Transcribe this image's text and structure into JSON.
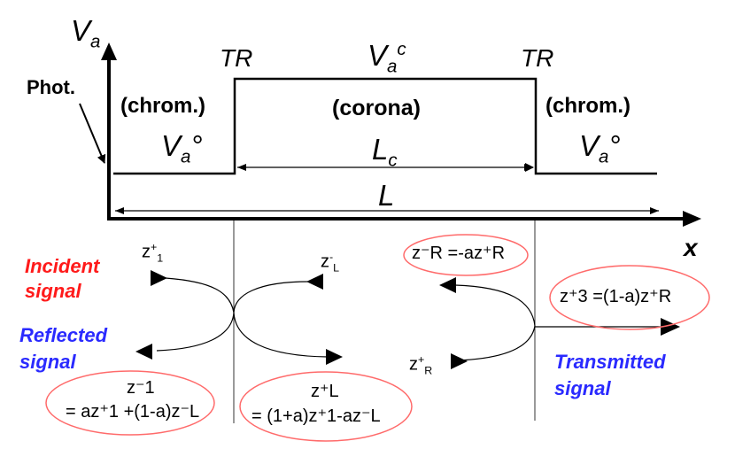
{
  "axis": {
    "y_label_main": "V",
    "y_label_sub": "a",
    "x_label": "x"
  },
  "labels": {
    "phot": "Phot.",
    "tr_left": "TR",
    "tr_right": "TR",
    "vac_main": "V",
    "vac_sub": "a",
    "vac_sup": "c",
    "chrom_left": "(chrom.)",
    "corona": "(corona)",
    "chrom_right": "(chrom.)",
    "va0_left_main": "V",
    "va0_left_sub": "a",
    "va0_left_deg": "°",
    "va0_right_main": "V",
    "va0_right_sub": "a",
    "va0_right_deg": "°",
    "lc_main": "L",
    "lc_sub": "c",
    "l": "L"
  },
  "signals": {
    "incident": [
      "Incident",
      "signal"
    ],
    "reflected": [
      "Reflected",
      "signal"
    ],
    "transmitted": [
      "Transmitted",
      "signal"
    ],
    "incident_color": "#ff1a1a",
    "reflected_color": "#2a2aff",
    "transmitted_color": "#2a2aff"
  },
  "z_labels": {
    "z1p": {
      "base": "z",
      "sup": "+",
      "sub": "1"
    },
    "zLm": {
      "base": "z",
      "sup": "-",
      "sub": "L"
    },
    "zRp": {
      "base": "z",
      "sup": "+",
      "sub": "R"
    }
  },
  "bubbles": {
    "zR_reflect": "z⁻R =-az⁺R",
    "z3_trans": "z⁺3 =(1-a)z⁺R",
    "z1_line1": "z⁻1",
    "z1_line2": "= az⁺1 +(1-a)z⁻L",
    "zL_line1": "z⁺L",
    "zL_line2": "= (1+a)z⁺1-az⁻L",
    "ellipse_color": "#ff6b6b"
  }
}
